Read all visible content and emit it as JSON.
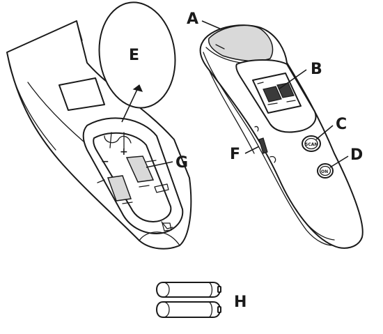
{
  "labels": {
    "a": "A",
    "b": "B",
    "c": "C",
    "d": "D",
    "e": "E",
    "f": "F",
    "g": "G",
    "h": "H"
  },
  "buttons": {
    "scan": "SCAN",
    "onoff": "ON"
  }
}
